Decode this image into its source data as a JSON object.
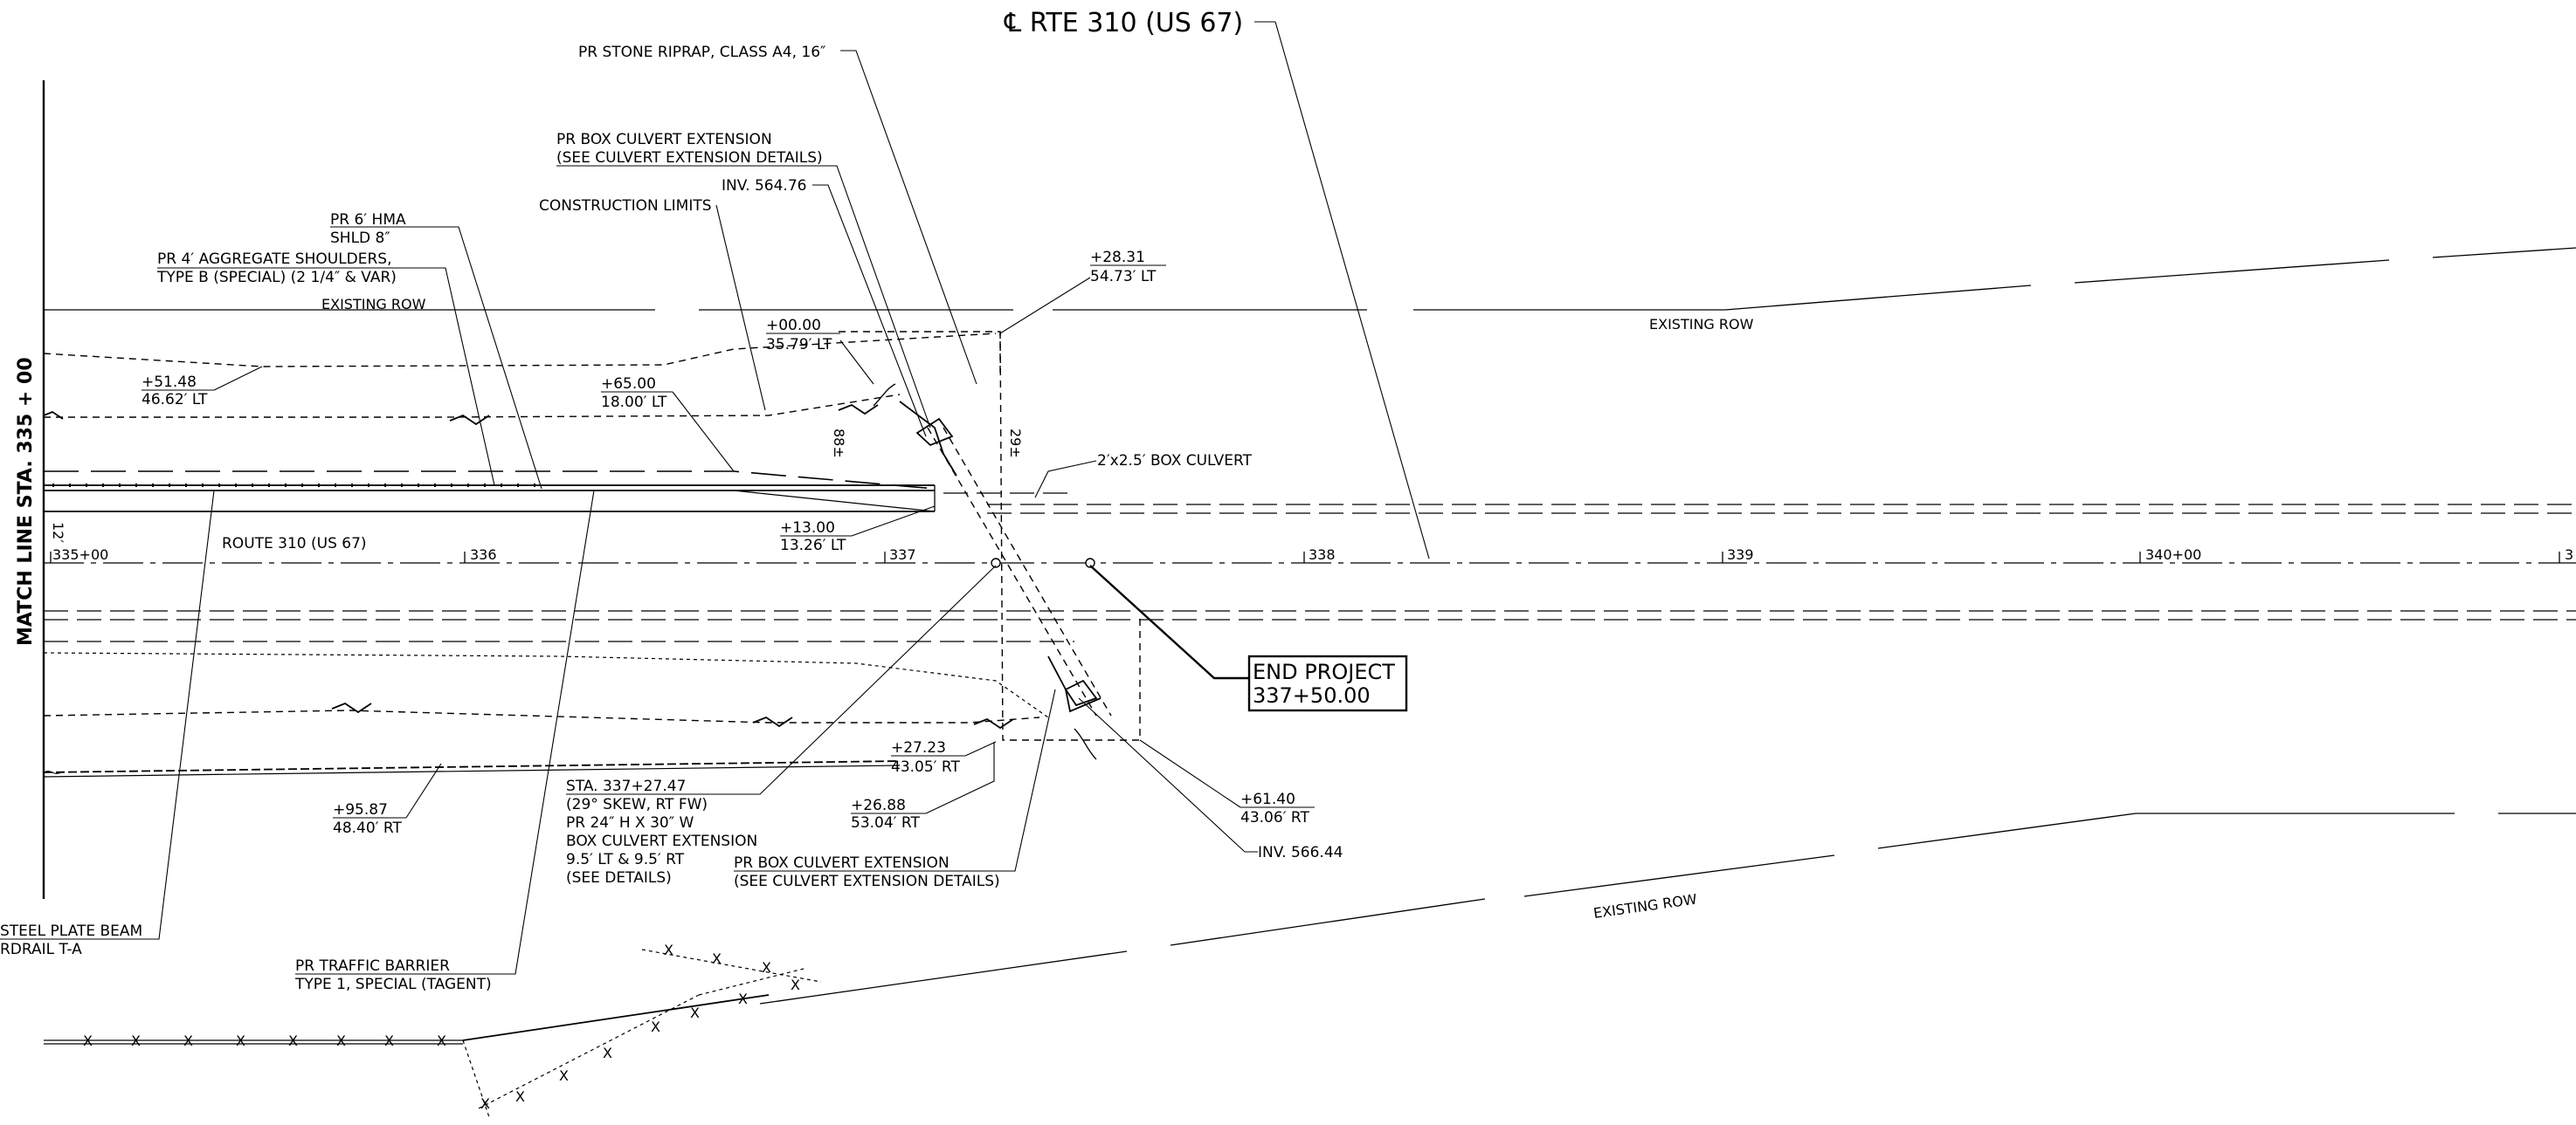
{
  "title": "℄ RTE 310 (US 67)",
  "match_line": "MATCH LINE STA. 335 + 00",
  "route_label": "ROUTE 310 (US 67)",
  "stations": {
    "s335": "335+00",
    "s336": "336",
    "s337": "337",
    "s338": "338",
    "s339": "339",
    "s340": "340+00",
    "s341": "3"
  },
  "labels": {
    "stone_riprap": "PR STONE RIPRAP, CLASS A4, 16″",
    "box_ext_top_1": "PR BOX CULVERT EXTENSION",
    "box_ext_top_2": "(SEE CULVERT EXTENSION DETAILS)",
    "inv_top": "INV. 564.76",
    "construction_limits": "CONSTRUCTION LIMITS",
    "hma_1": "PR 6′ HMA",
    "hma_2": "SHLD 8″",
    "agg_1": "PR 4′ AGGREGATE SHOULDERS,",
    "agg_2": "TYPE B (SPECIAL) (2 1/4″ & VAR)",
    "existing_row_1": "EXISTING ROW",
    "existing_row_2": "EXISTING ROW",
    "existing_row_3": "EXISTING ROW",
    "box_culvert": "2′x2.5′ BOX CULVERT",
    "sta_1": "STA. 337+27.47",
    "sta_2": "(29° SKEW, RT FW)",
    "sta_3": "PR 24″ H X 30″ W",
    "sta_4": "BOX CULVERT EXTENSION",
    "sta_5": "9.5′ LT & 9.5′ RT",
    "sta_6": "(SEE DETAILS)",
    "box_ext_bot_1": "PR BOX CULVERT EXTENSION",
    "box_ext_bot_2": "(SEE CULVERT EXTENSION DETAILS)",
    "inv_bot": "INV. 566.44",
    "guardrail_1": "STEEL PLATE BEAM",
    "guardrail_2": "RDRAIL T-A",
    "barrier_1": "PR TRAFFIC BARRIER",
    "barrier_2": "TYPE 1, SPECIAL (TAGENT)",
    "dim_12": "12′",
    "dim_88": "88±",
    "dim_29": "29±"
  },
  "end_project": {
    "line1": "END PROJECT",
    "line2": "337+50.00"
  },
  "offsets": [
    {
      "sta": "+28.31",
      "off": "54.73′ LT"
    },
    {
      "sta": "+00.00",
      "off": "35.79′ LT"
    },
    {
      "sta": "+51.48",
      "off": "46.62′ LT"
    },
    {
      "sta": "+65.00",
      "off": "18.00′ LT"
    },
    {
      "sta": "+13.00",
      "off": "13.26′ LT"
    },
    {
      "sta": "+27.23",
      "off": "43.05′ RT"
    },
    {
      "sta": "+26.88",
      "off": "53.04′ RT"
    },
    {
      "sta": "+95.87",
      "off": "48.40′ RT"
    },
    {
      "sta": "+61.40",
      "off": "43.06′ RT"
    }
  ],
  "fence_mark": "X"
}
